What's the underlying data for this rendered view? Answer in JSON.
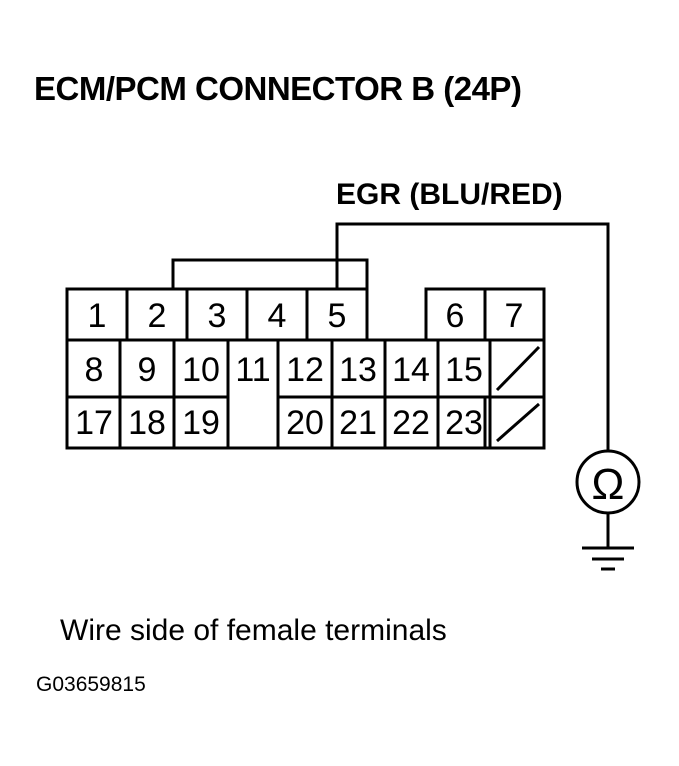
{
  "title": "ECM/PCM CONNECTOR B (24P)",
  "wire_label": "EGR (BLU/RED)",
  "caption": "Wire side of female terminals",
  "figure_id": "G03659815",
  "ohmmeter_symbol": "Ω",
  "icons": [
    "ohmmeter-icon",
    "ground-icon"
  ],
  "connector": {
    "row1": [
      "1",
      "2",
      "3",
      "4",
      "5",
      "6",
      "7"
    ],
    "row2": [
      "8",
      "9",
      "10",
      "11",
      "12",
      "13",
      "14",
      "15"
    ],
    "row3": [
      "17",
      "18",
      "19",
      "20",
      "21",
      "22",
      "23"
    ]
  }
}
